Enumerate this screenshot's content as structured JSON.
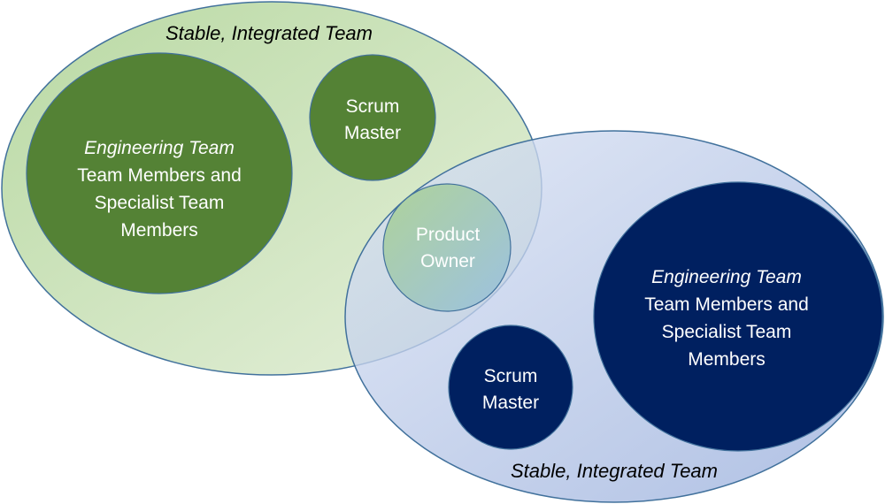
{
  "diagram": {
    "colors": {
      "green_team_fill_light": "#C5DFB2",
      "green_team_fill_pale": "#E2EED6",
      "green_inner": "#548235",
      "blue_team_fill_light": "#D6E0F3",
      "blue_team_fill_dark": "#9FB4DE",
      "blue_inner": "#002060",
      "outline": "#41719C",
      "product_owner_top": "#A9D18E",
      "product_owner_bottom": "#9DC3E6"
    },
    "team_a": {
      "title": "Stable, Integrated Team",
      "engineering": {
        "line1": "Engineering Team",
        "line2": "Team Members and",
        "line3": "Specialist Team",
        "line4": "Members"
      },
      "scrum_master": {
        "line1": "Scrum",
        "line2": "Master"
      }
    },
    "shared": {
      "product_owner": {
        "line1": "Product",
        "line2": "Owner"
      }
    },
    "team_b": {
      "title": "Stable, Integrated Team",
      "engineering": {
        "line1": "Engineering Team",
        "line2": "Team Members and",
        "line3": "Specialist Team",
        "line4": "Members"
      },
      "scrum_master": {
        "line1": "Scrum",
        "line2": "Master"
      }
    }
  }
}
